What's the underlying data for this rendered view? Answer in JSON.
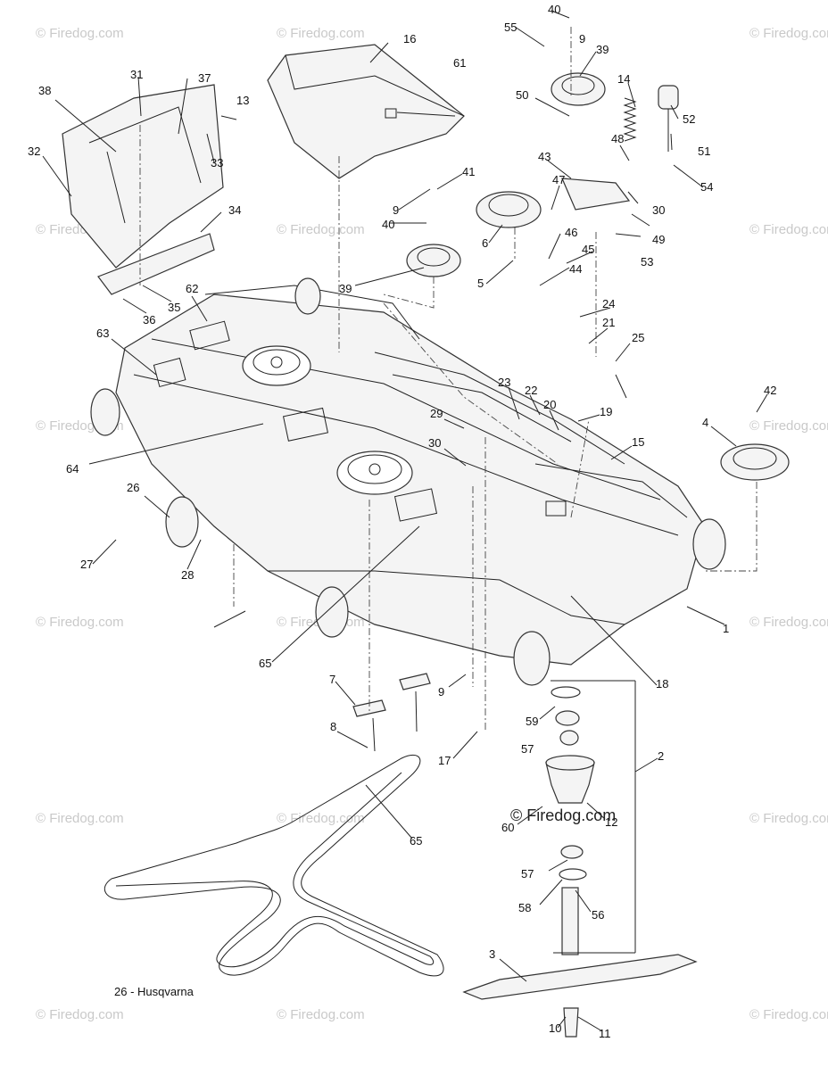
{
  "watermark": "© Firedog.com",
  "watermark_center": "© Firedog.com",
  "caption": "26 - Husqvarna",
  "callouts": [
    "1",
    "2",
    "3",
    "4",
    "5",
    "6",
    "7",
    "8",
    "9",
    "10",
    "11",
    "12",
    "13",
    "14",
    "15",
    "16",
    "17",
    "18",
    "19",
    "20",
    "21",
    "22",
    "23",
    "24",
    "25",
    "26",
    "27",
    "28",
    "29",
    "30",
    "31",
    "32",
    "33",
    "34",
    "35",
    "36",
    "37",
    "38",
    "39",
    "40",
    "41",
    "42",
    "43",
    "44",
    "45",
    "46",
    "47",
    "48",
    "49",
    "50",
    "51",
    "52",
    "53",
    "54",
    "55",
    "56",
    "57",
    "58",
    "59",
    "60",
    "61",
    "62",
    "63",
    "64",
    "65"
  ]
}
